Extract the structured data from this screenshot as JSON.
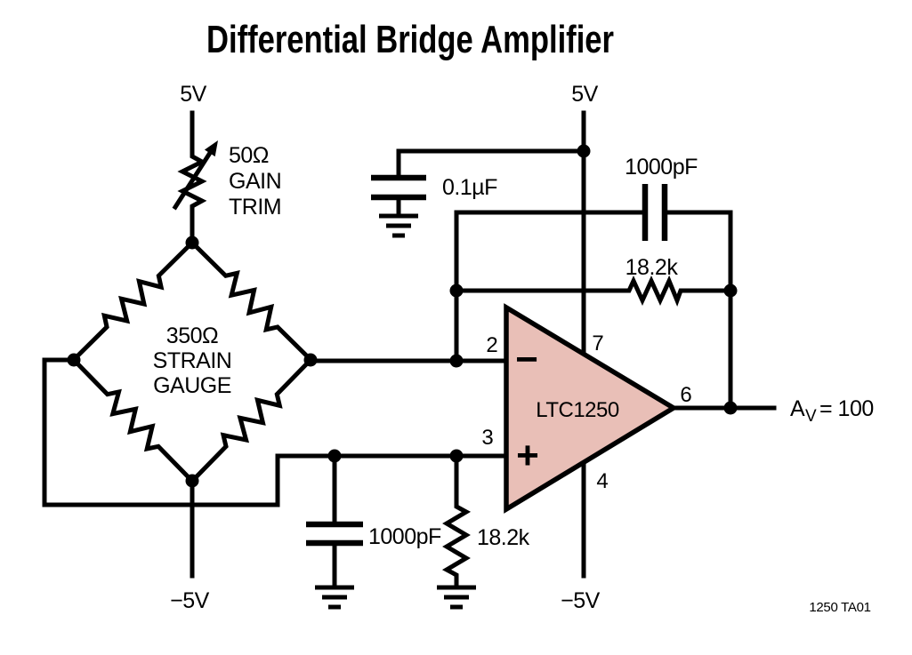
{
  "title": "Differential Bridge Amplifier",
  "figure_id": "1250 TA01",
  "colors": {
    "opamp_fill": "#e9bfb7",
    "line": "#000000",
    "background": "#ffffff"
  },
  "supplies": {
    "bridge_top": "5V",
    "bridge_bottom": "−5V",
    "opamp_positive": "5V",
    "opamp_negative": "−5V"
  },
  "gain_trim": {
    "value": "50Ω",
    "label_line1": "GAIN",
    "label_line2": "TRIM"
  },
  "bridge": {
    "value": "350Ω",
    "label_line1": "STRAIN",
    "label_line2": "GAUGE"
  },
  "bypass_cap": {
    "value": "0.1µF"
  },
  "feedback": {
    "cap_value": "1000pF",
    "resistor_value": "18.2k"
  },
  "input_filter": {
    "cap_value": "1000pF",
    "resistor_value": "18.2k"
  },
  "opamp": {
    "part": "LTC1250",
    "inverting_symbol": "−",
    "noninverting_symbol": "+",
    "pins": {
      "inverting": "2",
      "noninverting": "3",
      "v_minus": "4",
      "output": "6",
      "v_plus": "7"
    }
  },
  "output": {
    "gain_symbol": "A",
    "gain_subscript": "V",
    "gain_value": "= 100"
  }
}
